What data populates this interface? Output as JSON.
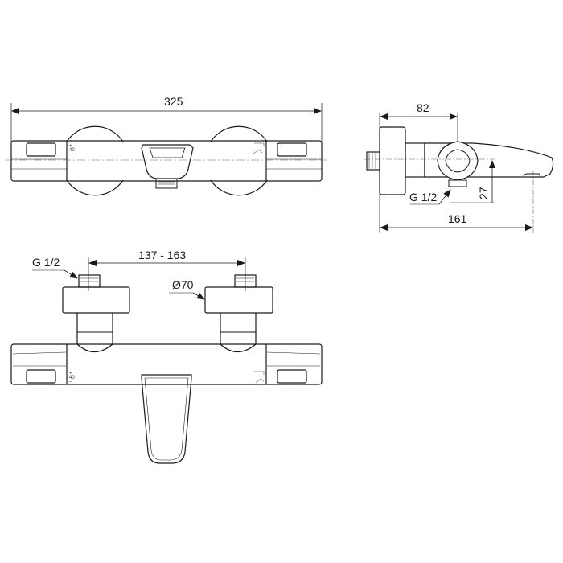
{
  "drawing": {
    "type": "technical-drawing",
    "subject": "Thermostatic bath mixer, wall-mounted",
    "line_color": "#1a1a1a",
    "centerline_color": "#666666"
  },
  "top_view": {
    "overall_width_label": "325",
    "temp_plus": "+",
    "temp_value": "40",
    "temp_minus": "–"
  },
  "side_view": {
    "depth_to_diverter_label": "82",
    "total_depth_label": "161",
    "spout_height_label": "27",
    "outlet_thread_label": "G 1/2"
  },
  "front_view": {
    "inlet_thread_label": "G 1/2",
    "centers_label": "137 - 163",
    "escutcheon_diameter_label": "Ø70",
    "temp_plus": "+",
    "temp_value": "40",
    "temp_minus": "–"
  }
}
